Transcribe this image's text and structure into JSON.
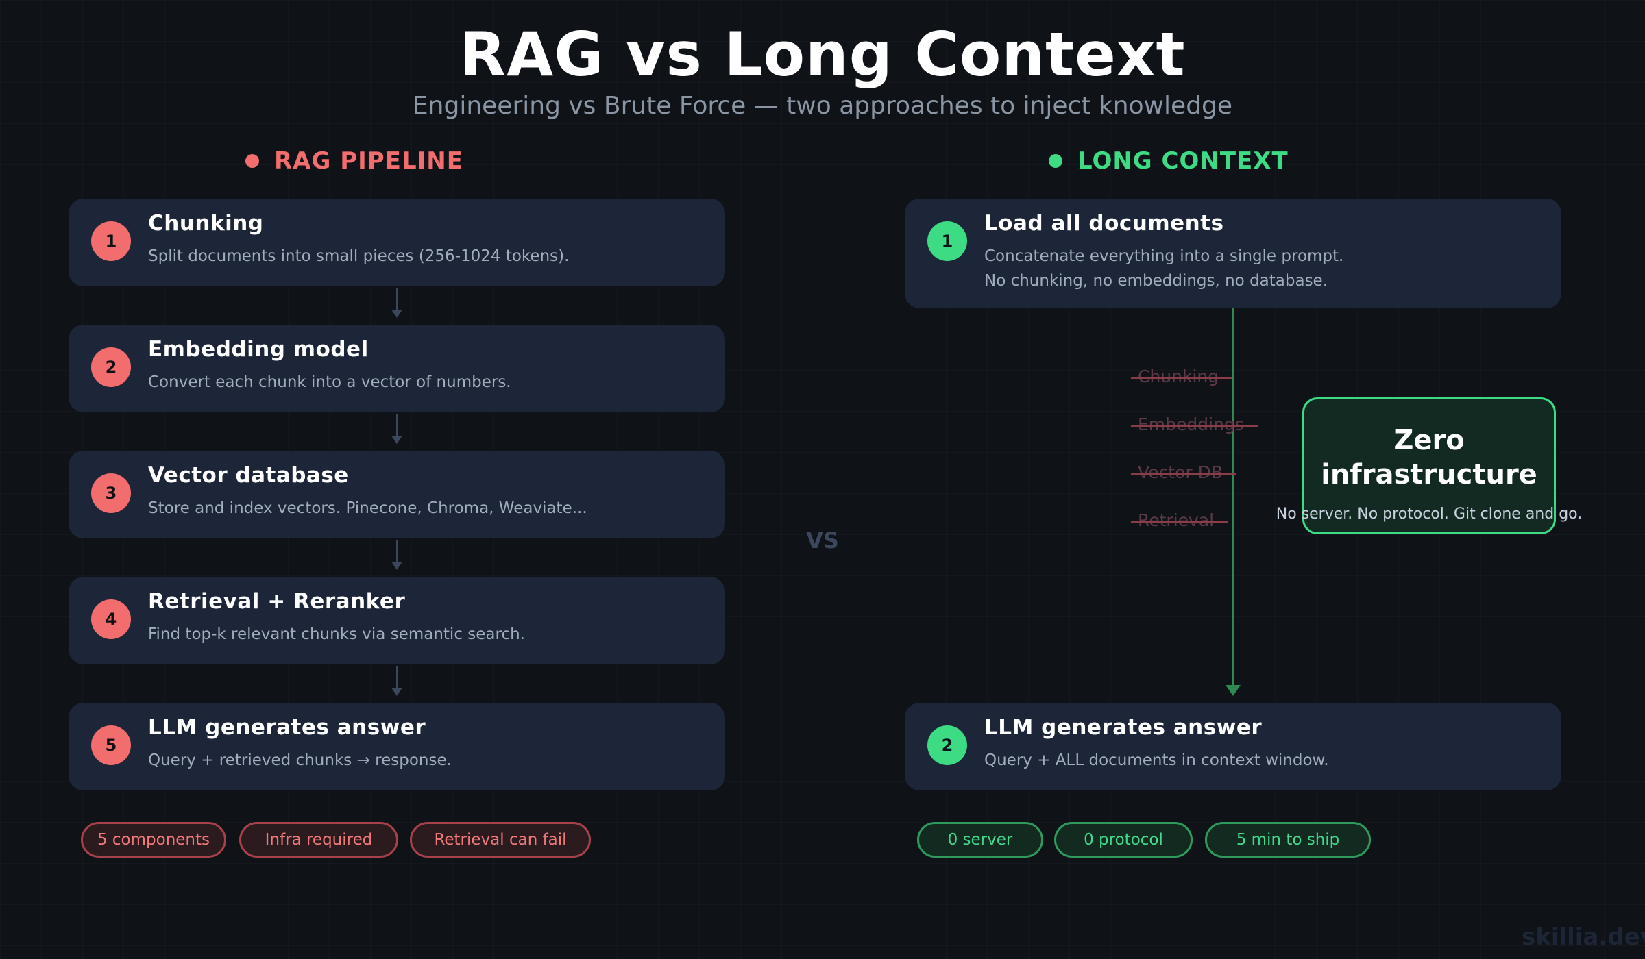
{
  "title": "RAG vs Long Context",
  "subtitle": "Engineering vs Brute Force — two approaches to inject knowledge",
  "vs_label": "VS",
  "watermark": "skillia.dev",
  "colors": {
    "background": "#0f1318",
    "card": "#1d2638",
    "rag_accent": "#f26d6d",
    "long_context_accent": "#3ddc84",
    "muted_text": "#8b96a5"
  },
  "rag": {
    "heading": "RAG PIPELINE",
    "steps": [
      {
        "number": "1",
        "title": "Chunking",
        "desc": "Split documents into small pieces (256-1024 tokens)."
      },
      {
        "number": "2",
        "title": "Embedding model",
        "desc": "Convert each chunk into a vector of numbers."
      },
      {
        "number": "3",
        "title": "Vector database",
        "desc": "Store and index vectors. Pinecone, Chroma, Weaviate..."
      },
      {
        "number": "4",
        "title": "Retrieval + Reranker",
        "desc": "Find top-k relevant chunks via semantic search."
      },
      {
        "number": "5",
        "title": "LLM generates answer",
        "desc": "Query + retrieved chunks → response."
      }
    ],
    "pills": [
      "5 components",
      "Infra required",
      "Retrieval can fail"
    ]
  },
  "long_context": {
    "heading": "LONG CONTEXT",
    "steps": [
      {
        "number": "1",
        "title": "Load all documents",
        "desc_line1": "Concatenate everything into a single prompt.",
        "desc_line2": "No chunking, no embeddings, no database."
      },
      {
        "number": "2",
        "title": "LLM generates answer",
        "desc_line1": "Query + ALL documents in context window."
      }
    ],
    "struck_items": [
      "Chunking",
      "Embeddings",
      "Vector DB",
      "Retrieval"
    ],
    "callout": {
      "title_line1": "Zero",
      "title_line2": "infrastructure",
      "desc": "No server. No protocol. Git clone and go."
    },
    "pills": [
      "0 server",
      "0 protocol",
      "5 min to ship"
    ]
  }
}
